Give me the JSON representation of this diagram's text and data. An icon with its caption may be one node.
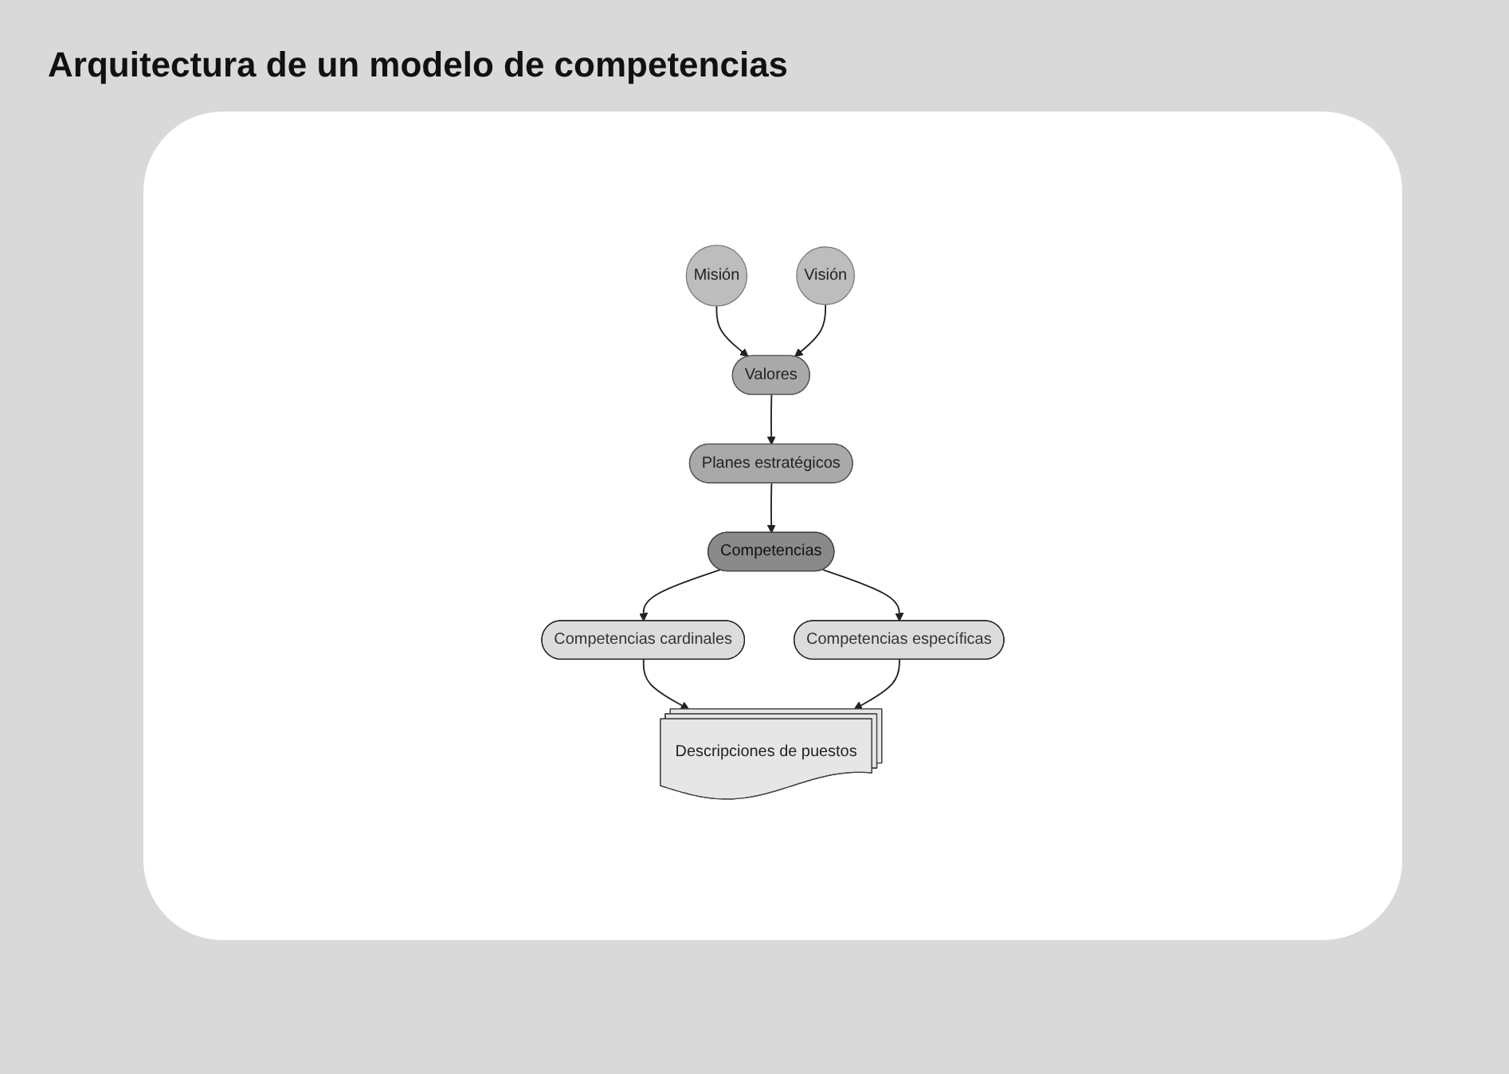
{
  "diagram": {
    "title": "Arquitectura de un modelo de competencias",
    "nodes": [
      {
        "text": [
          "Misión"
        ]
      },
      {
        "text": [
          "Visión"
        ]
      },
      {
        "text": [
          "Valores"
        ]
      },
      {
        "text": [
          "Planes estratégicos"
        ]
      },
      {
        "text": [
          "Competencias"
        ]
      },
      {
        "text": [
          "Competencias cardinales"
        ]
      },
      {
        "text": [
          "Competencias específicas"
        ]
      },
      {
        "text": [
          "Descripciones de puestos"
        ]
      }
    ],
    "edges": [
      {
        "from": 0,
        "to": 2,
        "arrow": "to"
      },
      {
        "from": 1,
        "to": 2,
        "arrow": "to"
      },
      {
        "from": 2,
        "to": 3,
        "arrow": "to"
      },
      {
        "from": 3,
        "to": 4,
        "arrow": "to"
      },
      {
        "from": 4,
        "to": 5,
        "arrow": "to"
      },
      {
        "from": 4,
        "to": 6,
        "arrow": "to"
      },
      {
        "from": 5,
        "to": 7,
        "arrow": "to"
      },
      {
        "from": 6,
        "to": 7,
        "arrow": "to"
      }
    ]
  }
}
